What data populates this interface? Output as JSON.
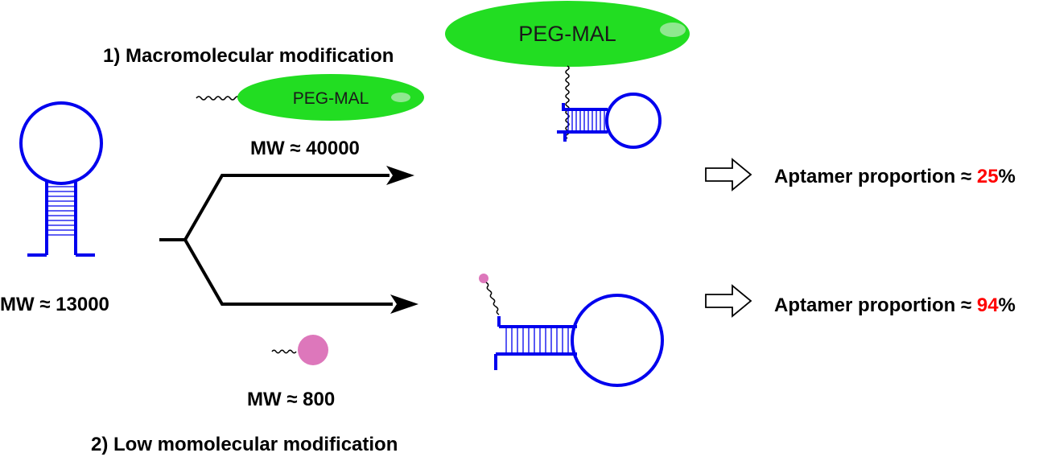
{
  "headings": {
    "macro": "1) Macromolecular modification",
    "low": "2) Low momolecular modification"
  },
  "molecules": {
    "aptamer_mw": "MW ≈ 13000",
    "peg_label_small": "PEG-MAL",
    "peg_label_large": "PEG-MAL",
    "peg_mw": "MW ≈ 40000",
    "small_mw": "MW ≈ 800"
  },
  "results": {
    "top": {
      "prefix": "Aptamer proportion ≈ ",
      "value": "25",
      "suffix": "%"
    },
    "bottom": {
      "prefix": "Aptamer proportion ≈ ",
      "value": "94",
      "suffix": "%"
    }
  },
  "colors": {
    "aptamer": "#0000ee",
    "peg": "#22dd22",
    "peg_highlight": "#8fe88f",
    "small_molecule": "#dd77bb",
    "highlight_value": "#ff0000",
    "arrow": "#000000"
  }
}
